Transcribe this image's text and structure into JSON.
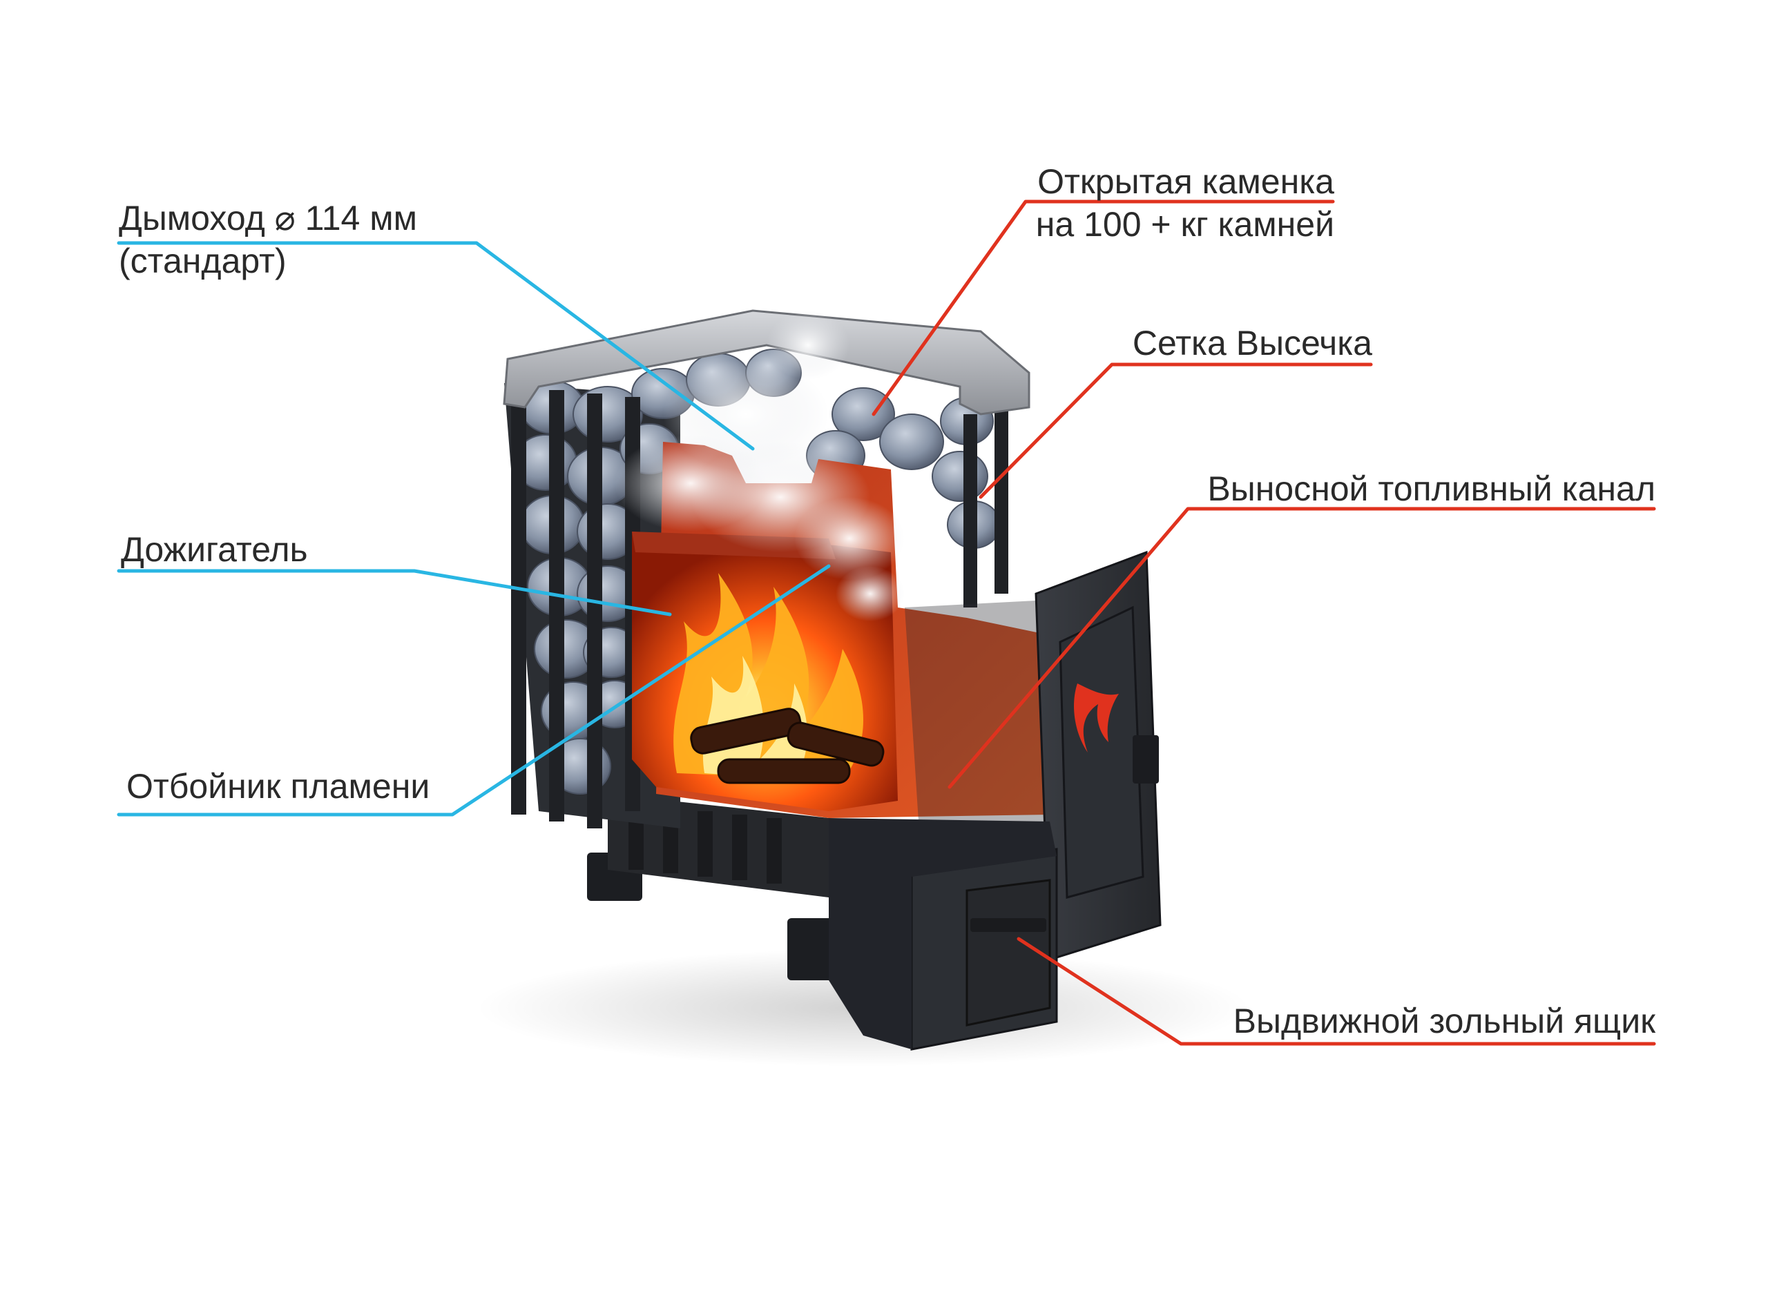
{
  "colors": {
    "left_callout_line": "#29b6e3",
    "right_callout_line": "#e0321e",
    "text": "#2a2a2a",
    "stove_body": "#2e3136",
    "stove_dark": "#1c1e22",
    "fire_glow": "#ff5a10",
    "firebox_wall": "#d9451b",
    "stone": "#8e9aae",
    "steam": "#f1f2f5",
    "top_frame": "#b9bcc2"
  },
  "labels": {
    "chimney_line1": "Дымоход  ⌀ 114 мм",
    "chimney_line2": "(стандарт)",
    "afterburner": "Дожигатель",
    "flame_deflector": "Отбойник пламени",
    "heater_line1": "Открытая каменка",
    "heater_line2": "на 100 + кг камней",
    "mesh": "Сетка Высечка",
    "fuel_channel": "Выносной топливный канал",
    "ash_drawer": "Выдвижной зольный ящик"
  },
  "icons": {
    "door_logo": "firebird-logo-icon",
    "steam": "steam-icon",
    "flame": "flame-icon"
  }
}
